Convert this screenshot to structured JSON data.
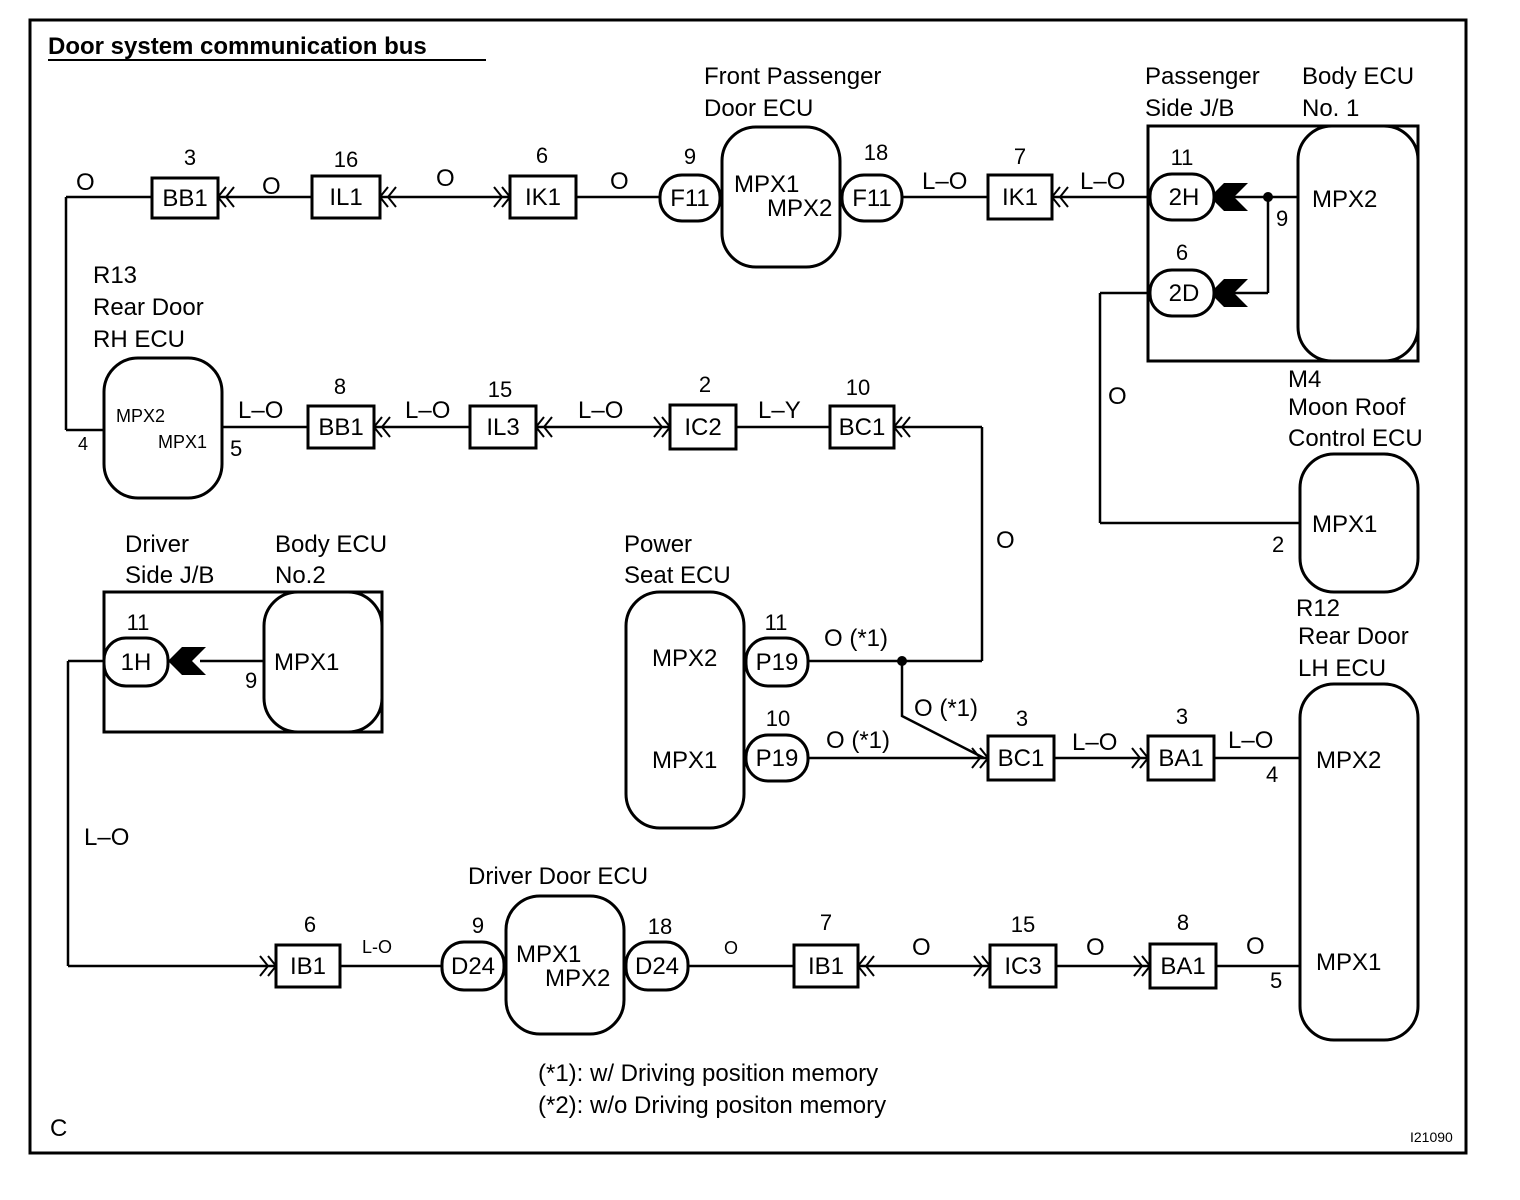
{
  "title": "Door system communication bus",
  "corner_letter": "C",
  "figure_id": "I21090",
  "notes": {
    "n1": "(*1): w/ Driving position memory",
    "n2": "(*2): w/o Driving positon memory"
  },
  "ecus": {
    "front_passenger": {
      "name_line1": "Front Passenger",
      "name_line2": "Door ECU",
      "port_a": "MPX1",
      "port_b": "MPX2"
    },
    "passenger_jb": {
      "name_line1": "Passenger",
      "name_line2": "Side J/B"
    },
    "body_ecu_1": {
      "name_line1": "Body ECU",
      "name_line2": "No. 1",
      "port": "MPX2",
      "pin": "9"
    },
    "rear_rh": {
      "code": "R13",
      "name_line1": "Rear Door",
      "name_line2": "RH ECU",
      "port_a": "MPX2",
      "port_b": "MPX1",
      "pin_a": "4",
      "pin_b": "5"
    },
    "moon_roof": {
      "code": "M4",
      "name_line1": "Moon Roof",
      "name_line2": "Control ECU",
      "port": "MPX1",
      "pin": "2"
    },
    "driver_jb": {
      "name_line1": "Driver",
      "name_line2": "Side J/B"
    },
    "body_ecu_2": {
      "name_line1": "Body ECU",
      "name_line2": "No.2",
      "port": "MPX1",
      "pin": "9"
    },
    "power_seat": {
      "name_line1": "Power",
      "name_line2": "Seat ECU",
      "port_a": "MPX2",
      "port_b": "MPX1"
    },
    "rear_lh": {
      "code": "R12",
      "name_line1": "Rear Door",
      "name_line2": "LH ECU",
      "port_a": "MPX2",
      "port_b": "MPX1",
      "pin_a": "4",
      "pin_b": "5"
    },
    "driver_door": {
      "name": "Driver Door ECU",
      "port_a": "MPX1",
      "port_b": "MPX2"
    }
  },
  "connectors": {
    "bb1_top": {
      "label": "BB1",
      "pin": "3"
    },
    "il1": {
      "label": "IL1",
      "pin": "16"
    },
    "ik1_left": {
      "label": "IK1",
      "pin": "6"
    },
    "f11_left": {
      "label": "F11",
      "pin": "9"
    },
    "f11_right": {
      "label": "F11",
      "pin": "18"
    },
    "ik1_right": {
      "label": "IK1",
      "pin": "7"
    },
    "c2h": {
      "label": "2H",
      "pin": "11"
    },
    "c2d": {
      "label": "2D",
      "pin": "6"
    },
    "bb1_mid": {
      "label": "BB1",
      "pin": "8"
    },
    "il3": {
      "label": "IL3",
      "pin": "15"
    },
    "ic2": {
      "label": "IC2",
      "pin": "2"
    },
    "bc1_top": {
      "label": "BC1",
      "pin": "10"
    },
    "c1h": {
      "label": "1H",
      "pin": "11"
    },
    "p19_top": {
      "label": "P19",
      "pin": "11"
    },
    "p19_bot": {
      "label": "P19",
      "pin": "10"
    },
    "bc1_bot": {
      "label": "BC1",
      "pin": "3"
    },
    "ba1_top": {
      "label": "BA1",
      "pin": "3"
    },
    "ib1_left": {
      "label": "IB1",
      "pin": "6"
    },
    "d24_left": {
      "label": "D24",
      "pin": "9"
    },
    "d24_right": {
      "label": "D24",
      "pin": "18"
    },
    "ib1_right": {
      "label": "IB1",
      "pin": "7"
    },
    "ic3": {
      "label": "IC3",
      "pin": "15"
    },
    "ba1_bot": {
      "label": "BA1",
      "pin": "8"
    }
  },
  "wires": {
    "w_bb1_top_left": "O",
    "w_bb1_il1": "O",
    "w_il1_ik1": "O",
    "w_ik1_f11": "O",
    "w_f11_ik1": "L–O",
    "w_ik1_2h": "L–O",
    "w_2d_down": "O",
    "w_rh_bb1": "L–O",
    "w_bb1_il3": "L–O",
    "w_il3_ic2": "L–O",
    "w_ic2_bc1": "L–Y",
    "w_bc1_down": "O",
    "w_p19_top": "O (*1)",
    "w_diag": "O (*1)",
    "w_p19_bot": "O (*1)",
    "w_bc1_ba1": "L–O",
    "w_ba1_lh": "L–O",
    "w_1h_down": "L–O",
    "w_ib1_d24": "L-O",
    "w_d24_ib1": "O",
    "w_ib1_ic3": "O",
    "w_ic3_ba1": "O",
    "w_ba1_lh_bot": "O"
  }
}
